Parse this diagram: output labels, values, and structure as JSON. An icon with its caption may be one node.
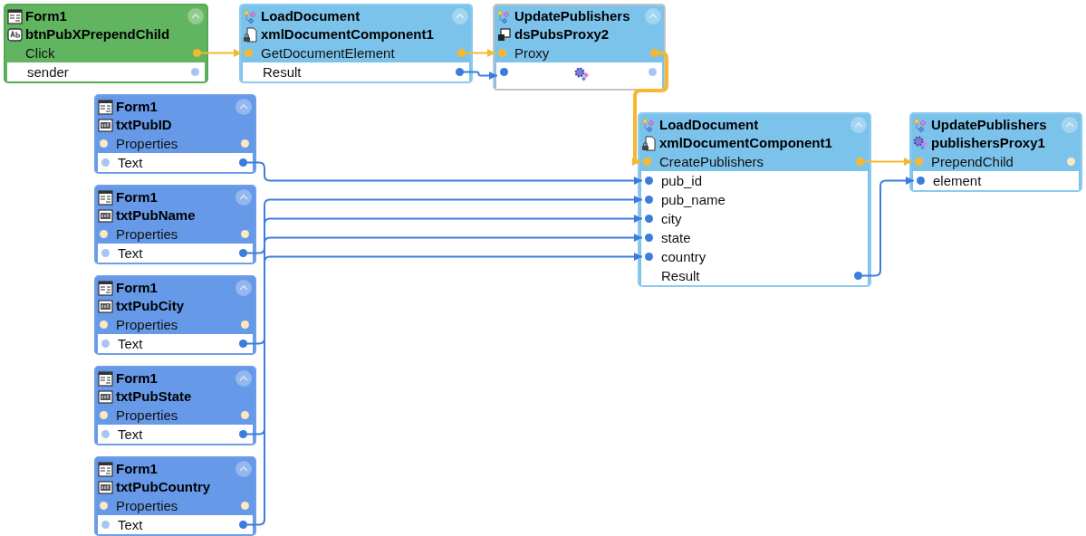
{
  "diagram": {
    "nodes": [
      {
        "text": [
          "Form1",
          "btnPubXPrependChild"
        ]
      },
      {
        "text": [
          "Click"
        ],
        "in": 0
      },
      {
        "text": [
          "sender"
        ],
        "in": 0
      },
      {
        "text": [
          "LoadDocument",
          "xmlDocumentComponent1"
        ]
      },
      {
        "text": [
          "GetDocumentElement"
        ],
        "in": 3
      },
      {
        "text": [
          "Result"
        ],
        "in": 3
      },
      {
        "text": [
          "UpdatePublishers",
          "dsPubsProxy2"
        ]
      },
      {
        "text": [
          "Proxy"
        ],
        "in": 6
      },
      {
        "text": [],
        "shape": "bar",
        "in": 6
      },
      {
        "text": [
          "Form1",
          "txtPubID"
        ]
      },
      {
        "text": [
          "Properties"
        ],
        "in": 9
      },
      {
        "text": [
          "Text"
        ],
        "in": 9
      },
      {
        "text": [
          "Form1",
          "txtPubName"
        ]
      },
      {
        "text": [
          "Properties"
        ],
        "in": 12
      },
      {
        "text": [
          "Text"
        ],
        "in": 12
      },
      {
        "text": [
          "Form1",
          "txtPubCity"
        ]
      },
      {
        "text": [
          "Properties"
        ],
        "in": 15
      },
      {
        "text": [
          "Text"
        ],
        "in": 15
      },
      {
        "text": [
          "Form1",
          "txtPubState"
        ]
      },
      {
        "text": [
          "Properties"
        ],
        "in": 18
      },
      {
        "text": [
          "Text"
        ],
        "in": 18
      },
      {
        "text": [
          "Form1",
          "txtPubCountry"
        ]
      },
      {
        "text": [
          "Properties"
        ],
        "in": 21
      },
      {
        "text": [
          "Text"
        ],
        "in": 21
      },
      {
        "text": [
          "LoadDocument",
          "xmlDocumentComponent1"
        ]
      },
      {
        "text": [
          "CreatePublishers"
        ],
        "in": 24
      },
      {
        "text": [
          "pub_id"
        ],
        "in": 24
      },
      {
        "text": [
          "pub_name"
        ],
        "in": 24
      },
      {
        "text": [
          "city"
        ],
        "in": 24
      },
      {
        "text": [
          "state"
        ],
        "in": 24
      },
      {
        "text": [
          "country"
        ],
        "in": 24
      },
      {
        "text": [
          "Result"
        ],
        "in": 24
      },
      {
        "text": [
          "UpdatePublishers",
          "publishersProxy1"
        ]
      },
      {
        "text": [
          "PrependChild"
        ],
        "in": 32
      },
      {
        "text": [
          "element"
        ],
        "in": 32
      }
    ],
    "edges": [
      {
        "from": 1,
        "to": 4,
        "arrow": "to",
        "color": "#f5b82e"
      },
      {
        "from": 4,
        "to": 7,
        "arrow": "to",
        "color": "#f5b82e"
      },
      {
        "from": 5,
        "to": 8,
        "arrow": "to"
      },
      {
        "from": 7,
        "to": 25,
        "arrow": "to",
        "style": "thick",
        "color": "#f5b82e"
      },
      {
        "from": 25,
        "to": 33,
        "arrow": "to",
        "color": "#f5b82e"
      },
      {
        "from": 11,
        "to": 26,
        "arrow": "to"
      },
      {
        "from": 14,
        "to": 27,
        "arrow": "to"
      },
      {
        "from": 17,
        "to": 28,
        "arrow": "to"
      },
      {
        "from": 20,
        "to": 29,
        "arrow": "to"
      },
      {
        "from": 23,
        "to": 30,
        "arrow": "to"
      },
      {
        "from": 31,
        "to": 34,
        "arrow": "to"
      }
    ]
  }
}
